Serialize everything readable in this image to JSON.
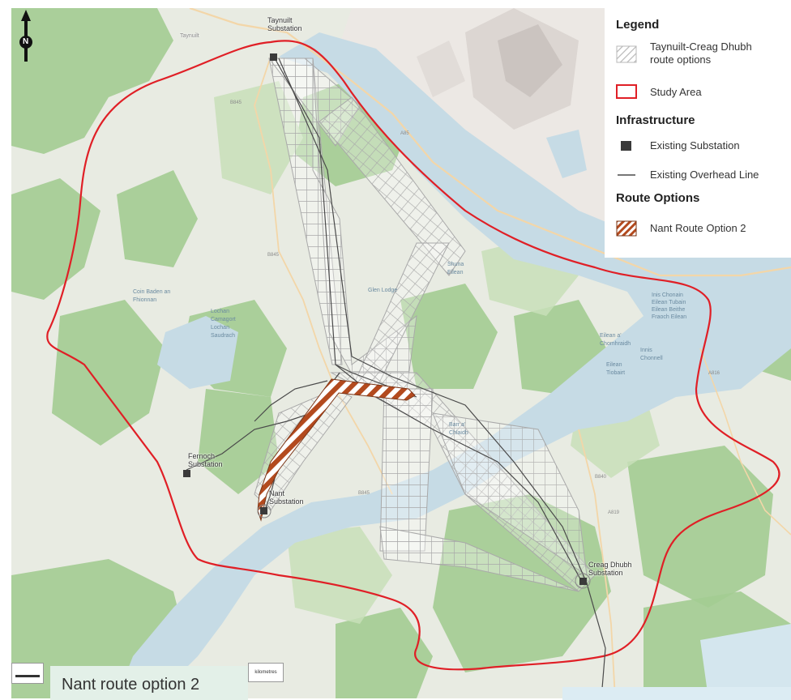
{
  "legend": {
    "title": "Legend",
    "route_options_label": "Taynuilt-Creag Dhubh\nroute options",
    "study_area_label": "Study Area",
    "infrastructure_heading": "Infrastructure",
    "existing_substation_label": "Existing Substation",
    "existing_line_label": "Existing Overhead Line",
    "route_options_heading": "Route Options",
    "nant_option_label": "Nant Route Option 2"
  },
  "map": {
    "north_arrow": "N",
    "substations": {
      "taynuilt": "Taynuilt\nSubstation",
      "fernoch": "Fernoch\nSubstation",
      "nant": "Nant\nSubstation",
      "creag_dhubh": "Creag Dhubh\nSubstation"
    },
    "places": {
      "taynuilt_town": "Taynuilt",
      "glen_lodge": "Glen Lodge",
      "lochan": "Lochan\nCamagort\nLochan\nSaudrach",
      "coin_baden": "Coin Baden an\nFhionnan",
      "isles": "Inis Chonain\nEilean Tubain\nEilean Beithe\nFraoch Eilean",
      "eilean_a_chomhraidh": "Eilean a'\nChomhraidh",
      "innis": "Innis\nChonnell",
      "eilean_tiobairt": "Eilean\nTiobairt",
      "shuna": "Shuna\nEilean",
      "barr": "Barr a'\nChlaidh"
    },
    "roads": {
      "b845_a": "B845",
      "b845_b": "B845",
      "b845_c": "B845",
      "a85": "A85",
      "b840": "B840",
      "a819": "A819",
      "a816": "A816"
    },
    "scale_unit": "kilometres"
  },
  "caption": "Nant route option 2",
  "colors": {
    "study_area": "#e01f26",
    "substation": "#3a3a3a",
    "overhead_line": "#4a4a4a",
    "route_hatch": "#b5b5b5",
    "nant_stripe": "#b34a1e",
    "water": "#c6dbe5",
    "forest": "#9fc98f",
    "land": "#e9ece4"
  }
}
